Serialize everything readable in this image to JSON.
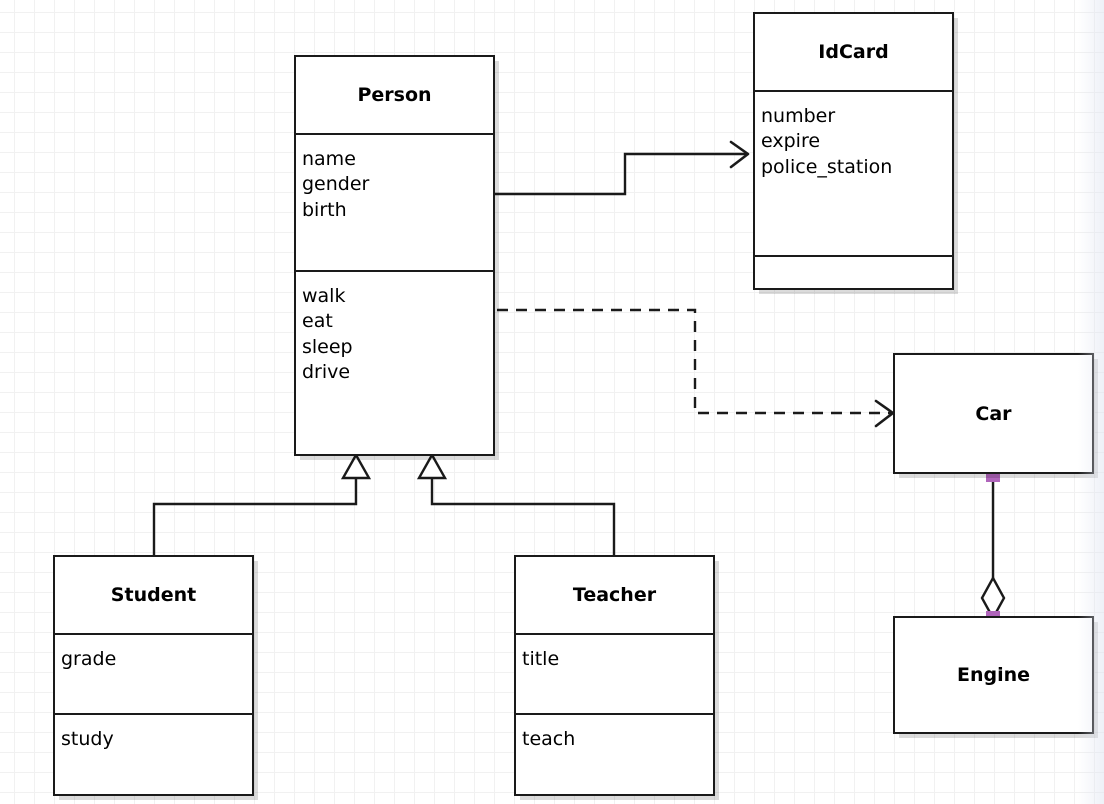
{
  "diagram": {
    "type": "uml-class-diagram",
    "background": "#ffffff",
    "grid_color": "#f1f1f1",
    "line_color": "#1a1a1a",
    "endpoint_color": "#b065bb"
  },
  "classes": {
    "person": {
      "name": "Person",
      "attributes": [
        "name",
        "gender",
        "birth"
      ],
      "methods": [
        "walk",
        "eat",
        "sleep",
        "drive"
      ]
    },
    "idcard": {
      "name": "IdCard",
      "attributes": [
        "number",
        "expire",
        "police_station"
      ],
      "methods": []
    },
    "car": {
      "name": "Car"
    },
    "engine": {
      "name": "Engine"
    },
    "student": {
      "name": "Student",
      "attributes": [
        "grade"
      ],
      "methods": [
        "study"
      ]
    },
    "teacher": {
      "name": "Teacher",
      "attributes": [
        "title"
      ],
      "methods": [
        "teach"
      ]
    }
  },
  "relations": [
    {
      "id": "person-idcard",
      "kind": "association",
      "from": "Person",
      "to": "IdCard",
      "style": "solid",
      "arrow": "open"
    },
    {
      "id": "person-car",
      "kind": "dependency",
      "from": "Person",
      "to": "Car",
      "style": "dashed",
      "arrow": "open"
    },
    {
      "id": "student-person",
      "kind": "generalization",
      "from": "Student",
      "to": "Person",
      "style": "solid",
      "arrow": "hollow-triangle"
    },
    {
      "id": "teacher-person",
      "kind": "generalization",
      "from": "Teacher",
      "to": "Person",
      "style": "solid",
      "arrow": "hollow-triangle"
    },
    {
      "id": "car-engine",
      "kind": "aggregation",
      "from": "Car",
      "to": "Engine",
      "style": "solid",
      "arrow": "hollow-diamond"
    }
  ]
}
